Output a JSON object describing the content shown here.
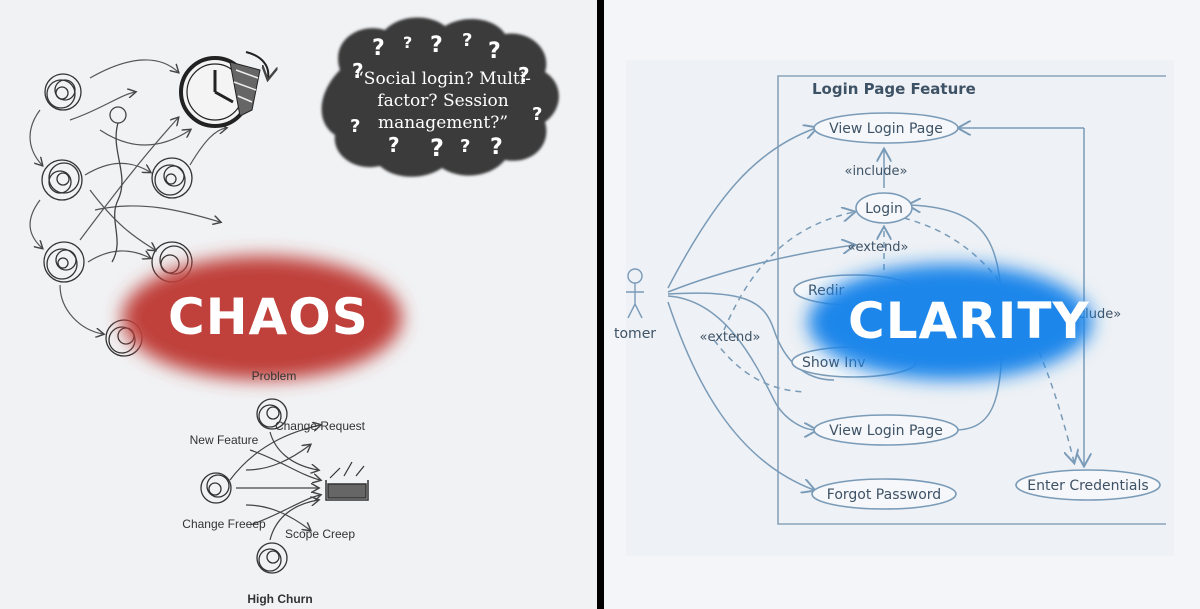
{
  "left": {
    "overlay_label": "CHAOS",
    "cloud_quote": "“Social login? Multi-factor? Session management?”",
    "problem_label": "Problem",
    "flow": {
      "new_feature": "New Feature",
      "change_request": "Change Request",
      "change_freeze": "Change Freeep",
      "scope_creep": "Scope Creep",
      "footer": "High Churn"
    },
    "colors": {
      "blob": "#c0413a",
      "cloud": "#3a3a3a"
    }
  },
  "right": {
    "overlay_label": "CLARITY",
    "system_title": "Login Page Feature",
    "actor_label": "tomer",
    "use_cases": {
      "view_login_top": "View Login Page",
      "login": "Login",
      "redirect": "Redir",
      "show_invalid": "Show Inv",
      "view_login_bottom": "View Login Page",
      "forgot_password": "Forgot Password",
      "enter_credentials": "Enter Credentials"
    },
    "stereotypes": {
      "include_top": "«include»",
      "extend_mid": "«extend»",
      "extend_left": "«extend»",
      "include_right": "clude»"
    },
    "colors": {
      "blob": "#1f86ea",
      "line": "#7a9bb8"
    }
  }
}
